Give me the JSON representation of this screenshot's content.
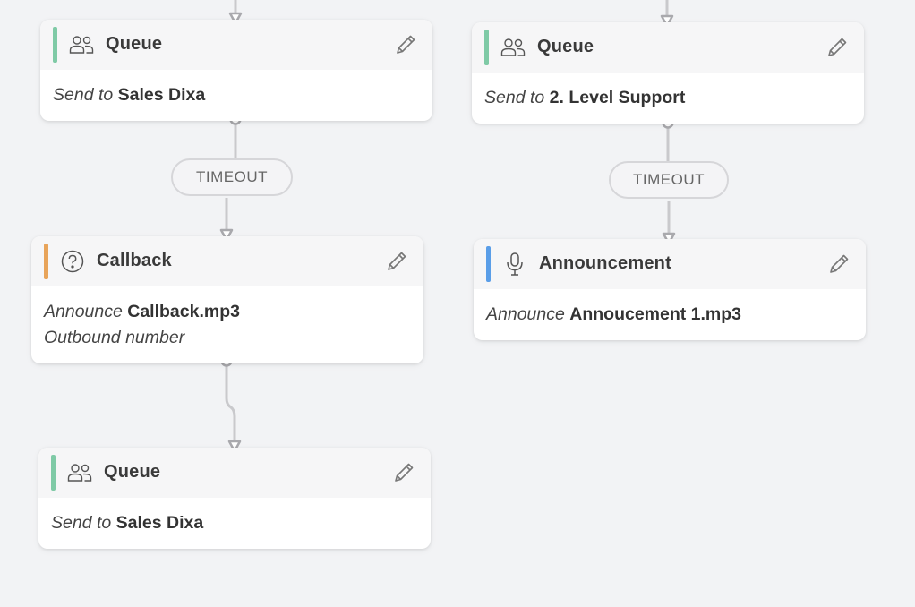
{
  "flow": {
    "nodes": [
      {
        "title": "Queue",
        "icon": "users-icon",
        "accent": "#7fcaa6",
        "lines": [
          {
            "label": "Send to",
            "value": "Sales Dixa"
          }
        ]
      },
      {
        "title": "Queue",
        "icon": "users-icon",
        "accent": "#7fcaa6",
        "lines": [
          {
            "label": "Send to",
            "value": "2. Level Support"
          }
        ]
      },
      {
        "title": "Callback",
        "icon": "question-circle-icon",
        "accent": "#e8a45a",
        "lines": [
          {
            "label": "Announce",
            "value": "Callback.mp3"
          },
          {
            "label": "Outbound number",
            "value": ""
          }
        ]
      },
      {
        "title": "Announcement",
        "icon": "microphone-icon",
        "accent": "#5a9ee8",
        "lines": [
          {
            "label": "Announce",
            "value": "Annoucement 1.mp3"
          }
        ]
      },
      {
        "title": "Queue",
        "icon": "users-icon",
        "accent": "#7fcaa6",
        "lines": [
          {
            "label": "Send to",
            "value": "Sales Dixa"
          }
        ]
      }
    ],
    "connectors": [
      {
        "label": "TIMEOUT"
      },
      {
        "label": "TIMEOUT"
      }
    ]
  }
}
